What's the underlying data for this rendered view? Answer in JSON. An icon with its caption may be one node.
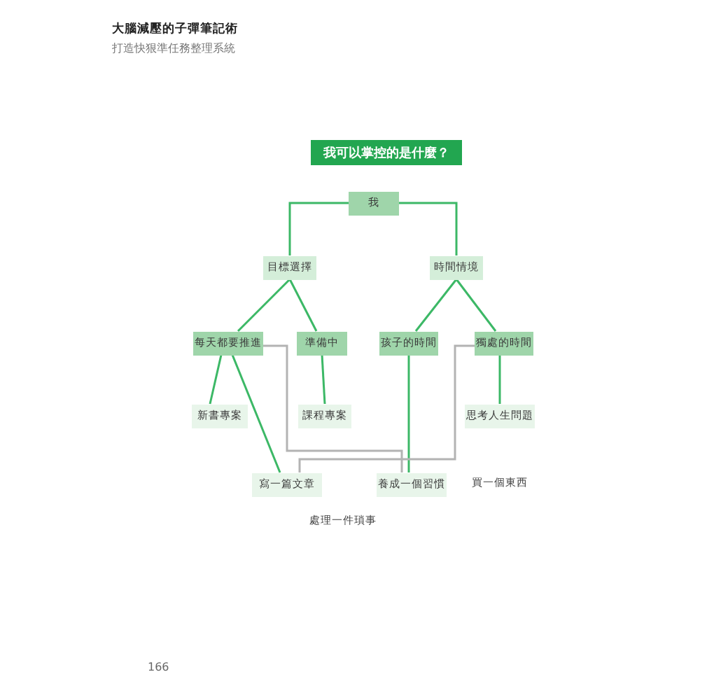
{
  "diagram": {
    "nodes": [
      {
        "text": [
          "我可以掌控的是什麼？"
        ]
      },
      {
        "text": [
          "我"
        ]
      },
      {
        "text": [
          "目標選擇"
        ]
      },
      {
        "text": [
          "時間情境"
        ]
      },
      {
        "text": [
          "每天都要推進"
        ]
      },
      {
        "text": [
          "準備中"
        ]
      },
      {
        "text": [
          "孩子的時間"
        ]
      },
      {
        "text": [
          "獨處的時間"
        ]
      },
      {
        "text": [
          "新書專案"
        ]
      },
      {
        "text": [
          "課程專案"
        ]
      },
      {
        "text": [
          "思考人生問題"
        ]
      },
      {
        "text": [
          "寫一篇文章"
        ]
      },
      {
        "text": [
          "養成一個習慣"
        ]
      }
    ],
    "edges": [
      {
        "from": 1,
        "to": 2,
        "arrow": "none"
      },
      {
        "from": 1,
        "to": 3,
        "arrow": "none"
      },
      {
        "from": 2,
        "to": 4,
        "arrow": "none"
      },
      {
        "from": 2,
        "to": 5,
        "arrow": "none"
      },
      {
        "from": 3,
        "to": 6,
        "arrow": "none"
      },
      {
        "from": 3,
        "to": 7,
        "arrow": "none"
      },
      {
        "from": 4,
        "to": 8,
        "arrow": "none"
      },
      {
        "from": 4,
        "to": 11,
        "arrow": "none"
      },
      {
        "from": 5,
        "to": 9,
        "arrow": "none"
      },
      {
        "from": 7,
        "to": 10,
        "arrow": "none"
      },
      {
        "from": 6,
        "to": 12,
        "arrow": "none"
      },
      {
        "from": 4,
        "to": 12,
        "arrow": "none",
        "color": "#b3b3b3"
      },
      {
        "from": 7,
        "to": 11,
        "arrow": "none",
        "color": "#b3b3b3"
      }
    ],
    "labels": [
      "大腦減壓的子彈筆記術",
      "打造快狠準任務整理系統",
      "買一個東西",
      "處理一件瑣事",
      "166"
    ]
  }
}
